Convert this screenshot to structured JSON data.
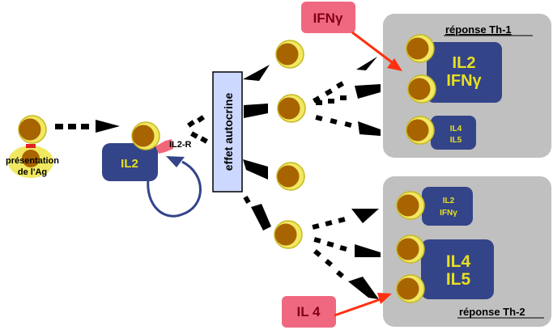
{
  "colors": {
    "cell_outer": "#f0e860",
    "cell_outer_stroke": "#c8b820",
    "cell_nucleus": "#a86400",
    "cytokine_box": "#334488",
    "cytokine_text": "#e8e020",
    "panel_bg": "#c0c0c0",
    "pink": "#f06880",
    "pink_text": "#800018",
    "red_arrow": "#ff3010",
    "autocrine_box": "#ccd8ff",
    "receptor": "#f06878"
  },
  "labels": {
    "presentation_line1": "présentation",
    "presentation_line2": "de l'Ag",
    "il2_main": "IL2",
    "il2_receptor": "IL2-R",
    "effet_autocrine": "effet autocrine",
    "ifng_signal": "IFNγ",
    "il4_signal": "IL 4"
  },
  "th1": {
    "title": "réponse Th-1",
    "box_large": [
      "IL2",
      "IFNγ"
    ],
    "box_small": [
      "IL4",
      "IL5"
    ]
  },
  "th2": {
    "title": "réponse Th-2",
    "box_small": [
      "IL2",
      "IFNγ"
    ],
    "box_large": [
      "IL4",
      "IL5"
    ]
  }
}
